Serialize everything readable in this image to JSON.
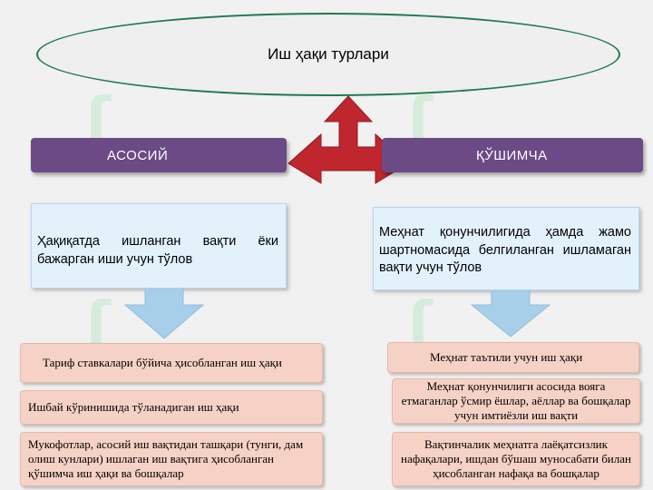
{
  "title": "Иш ҳақи турлари",
  "left": {
    "category": "АСОСИЙ",
    "description": "Ҳақиқатда ишланган вақти ёки бажарган иши учун тўлов",
    "items": [
      "Тариф ставкалари бўйича ҳисобланган иш ҳақи",
      "Ишбай кўринишида тўланадиган иш ҳақи",
      "Мукофотлар, асосий иш вақтидан ташқари (тунги, дам олиш кунлари) ишлаган иш вақтига ҳисобланган қўшимча иш ҳақи ва бошқалар"
    ]
  },
  "right": {
    "category": "ҚЎШИМЧА",
    "description": "Меҳнат қонунчилигида ҳамда жамо шартномасида белгиланган ишламаган вақти учун тўлов",
    "items": [
      "Меҳнат таътили учун иш ҳақи",
      "Меҳнат қонунчилиги асосида вояга етмаганлар ўсмир ёшлар, аёллар ва бошқалар учун имтиёзли иш вақти",
      "Вақтинчалик меҳнатга лаёқатсизлик нафақалари, ишдан бўшаш муносабати билан ҳисобланган нафақа ва бошқалар"
    ]
  },
  "colors": {
    "category_fill": "#6b4a86",
    "arrow_red": "#c0262d",
    "desc_fill": "#e3f1fb",
    "down_arrow": "#a7cfe9",
    "item_fill": "#f6d2c6",
    "ellipse_border": "#1f7a4f"
  }
}
